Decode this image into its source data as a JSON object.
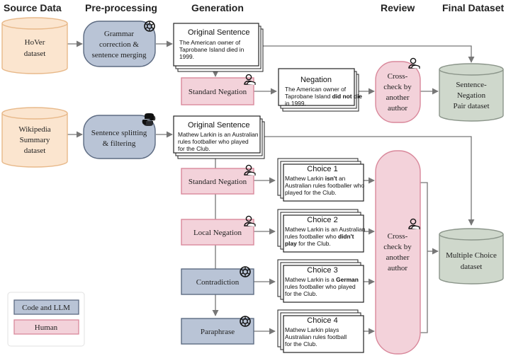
{
  "headers": {
    "source": "Source Data",
    "preprocessing": "Pre-processing",
    "generation": "Generation",
    "review": "Review",
    "final": "Final Dataset"
  },
  "sources": {
    "hover": [
      "HoVer",
      "dataset"
    ],
    "wiki": [
      "Wikipedia",
      "Summary",
      "dataset"
    ]
  },
  "preprocessing": {
    "grammar": [
      "Grammar",
      "correction &",
      "sentence merging"
    ],
    "splitting": [
      "Sentence splitting",
      "& filtering"
    ]
  },
  "top_branch": {
    "original_title": "Original Sentence",
    "original_lines": [
      "The American owner of",
      "Taprobane Island died in",
      "1999."
    ],
    "negation_label": "Standard Negation",
    "negation_title": "Negation",
    "negation_lines": [
      [
        {
          "t": "The American owner of"
        }
      ],
      [
        {
          "t": "Taprobane Island "
        },
        {
          "t": "did not die",
          "b": true
        }
      ],
      [
        {
          "t": "in 1999."
        }
      ]
    ],
    "review_lines": [
      "Cross-",
      "check by",
      "another",
      "author"
    ],
    "dataset_lines": [
      "Sentence-",
      "Negation",
      "Pair dataset"
    ]
  },
  "bottom_branch": {
    "original_title": "Original Sentence",
    "original_lines": [
      "Mathew Larkin is an Australian",
      "rules footballer who played",
      "for the Club."
    ],
    "methods": [
      "Standard Negation",
      "Local Negation",
      "Contradiction",
      "Paraphrase"
    ],
    "choices": [
      {
        "title": "Choice 1",
        "lines": [
          [
            {
              "t": "Mathew Larkin "
            },
            {
              "t": "isn't",
              "b": true
            },
            {
              "t": " an"
            }
          ],
          [
            {
              "t": "Australian rules footballer who"
            }
          ],
          [
            {
              "t": "played for the Club."
            }
          ]
        ]
      },
      {
        "title": "Choice 2",
        "lines": [
          [
            {
              "t": "Mathew Larkin is an Australian"
            }
          ],
          [
            {
              "t": "rules footballer who "
            },
            {
              "t": "didn't",
              "b": true
            }
          ],
          [
            {
              "t": "play",
              "b": true
            },
            {
              "t": " for the Club."
            }
          ]
        ]
      },
      {
        "title": "Choice 3",
        "lines": [
          [
            {
              "t": "Mathew Larkin is a "
            },
            {
              "t": "German",
              "b": true
            }
          ],
          [
            {
              "t": "rules footballer who played"
            }
          ],
          [
            {
              "t": "for the Club."
            }
          ]
        ]
      },
      {
        "title": "Choice 4",
        "lines": [
          [
            {
              "t": "Mathew Larkin plays"
            }
          ],
          [
            {
              "t": "Australian rules football"
            }
          ],
          [
            {
              "t": "for the Club."
            }
          ]
        ]
      }
    ],
    "review_lines": [
      "Cross-",
      "check by",
      "another",
      "author"
    ],
    "dataset_lines": [
      "Multiple Choice",
      "dataset"
    ]
  },
  "legend": {
    "code": "Code and LLM",
    "human": "Human"
  },
  "colors": {
    "source_fill": "#fbe5cf",
    "source_stroke": "#e8b98a",
    "code_fill": "#b9c4d6",
    "code_stroke": "#5d6b82",
    "human_fill": "#f3d2da",
    "human_stroke": "#d9889b",
    "final_fill": "#cfd8cc",
    "final_stroke": "#8b958a",
    "arrow": "#777777"
  }
}
